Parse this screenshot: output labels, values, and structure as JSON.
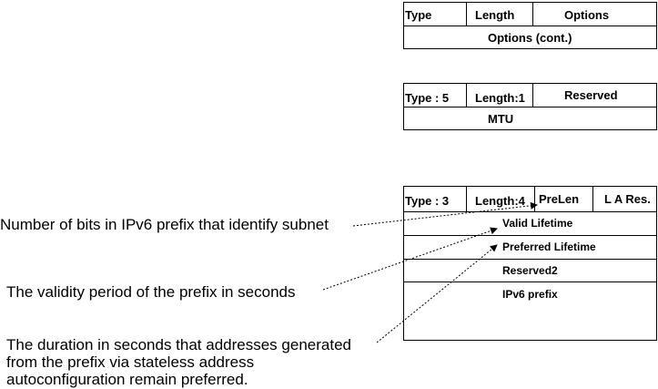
{
  "option_generic": {
    "type": "Type",
    "length": "Length",
    "options": "Options",
    "options_cont": "Options (cont.)"
  },
  "option_mtu": {
    "type": "Type : 5",
    "length": "Length:1",
    "reserved": "Reserved",
    "mtu": "MTU"
  },
  "option_prefix": {
    "type": "Type : 3",
    "length": "Length:4",
    "prelen": "PreLen",
    "flags": "L A Res.",
    "valid_lifetime": "Valid Lifetime",
    "preferred_lifetime": "Preferred Lifetime",
    "reserved2": "Reserved2",
    "ipv6_prefix": "IPv6 prefix"
  },
  "annotations": {
    "prelen_note": "Number of bits in IPv6 prefix that identify subnet",
    "valid_note": "The validity period of the prefix in seconds",
    "preferred_note_line1": "The duration in seconds that addresses generated",
    "preferred_note_line2": "from the prefix via stateless address",
    "preferred_note_line3": "autoconfiguration remain preferred."
  }
}
